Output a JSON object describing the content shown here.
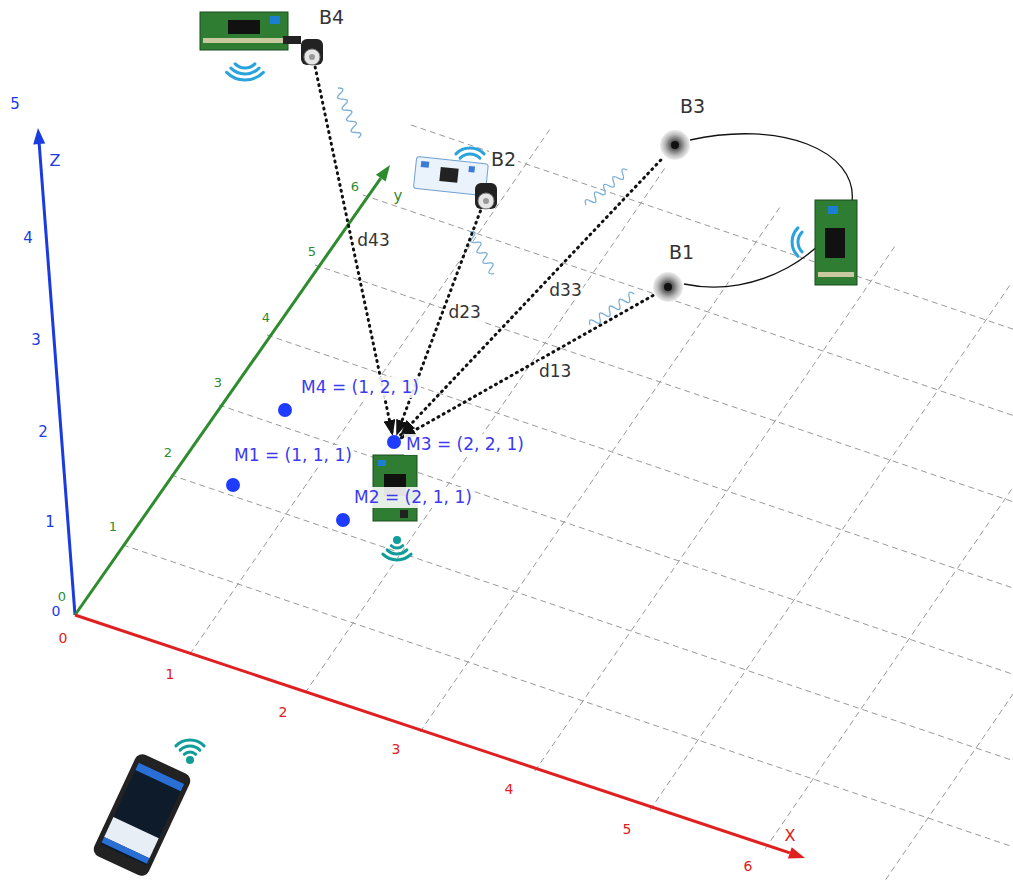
{
  "diagram": {
    "nodes": [
      {
        "text": [
          "B4"
        ]
      },
      {
        "text": [
          "B2"
        ]
      },
      {
        "text": [
          "B3"
        ]
      },
      {
        "text": [
          "B1"
        ]
      },
      {
        "text": [
          "M4 = (1, 2, 1)"
        ]
      },
      {
        "text": [
          "M3 = (2, 2, 1)"
        ]
      },
      {
        "text": [
          "M1 = (1, 1, 1)"
        ]
      },
      {
        "text": [
          "M2 = (2, 1, 1)"
        ]
      }
    ],
    "edges": [
      {
        "from": 3,
        "to": 5,
        "arrow": "to",
        "label": "d13"
      },
      {
        "from": 1,
        "to": 5,
        "arrow": "to",
        "label": "d23"
      },
      {
        "from": 2,
        "to": 5,
        "arrow": "to",
        "label": "d33"
      },
      {
        "from": 0,
        "to": 5,
        "arrow": "to",
        "label": "d43"
      }
    ],
    "labels": [
      "5",
      "Z",
      "4",
      "3",
      "2",
      "1",
      "0",
      "0",
      "6",
      "y",
      "5",
      "4",
      "3",
      "2",
      "1",
      "0",
      "1",
      "2",
      "3",
      "4",
      "5",
      "6",
      "X"
    ]
  }
}
